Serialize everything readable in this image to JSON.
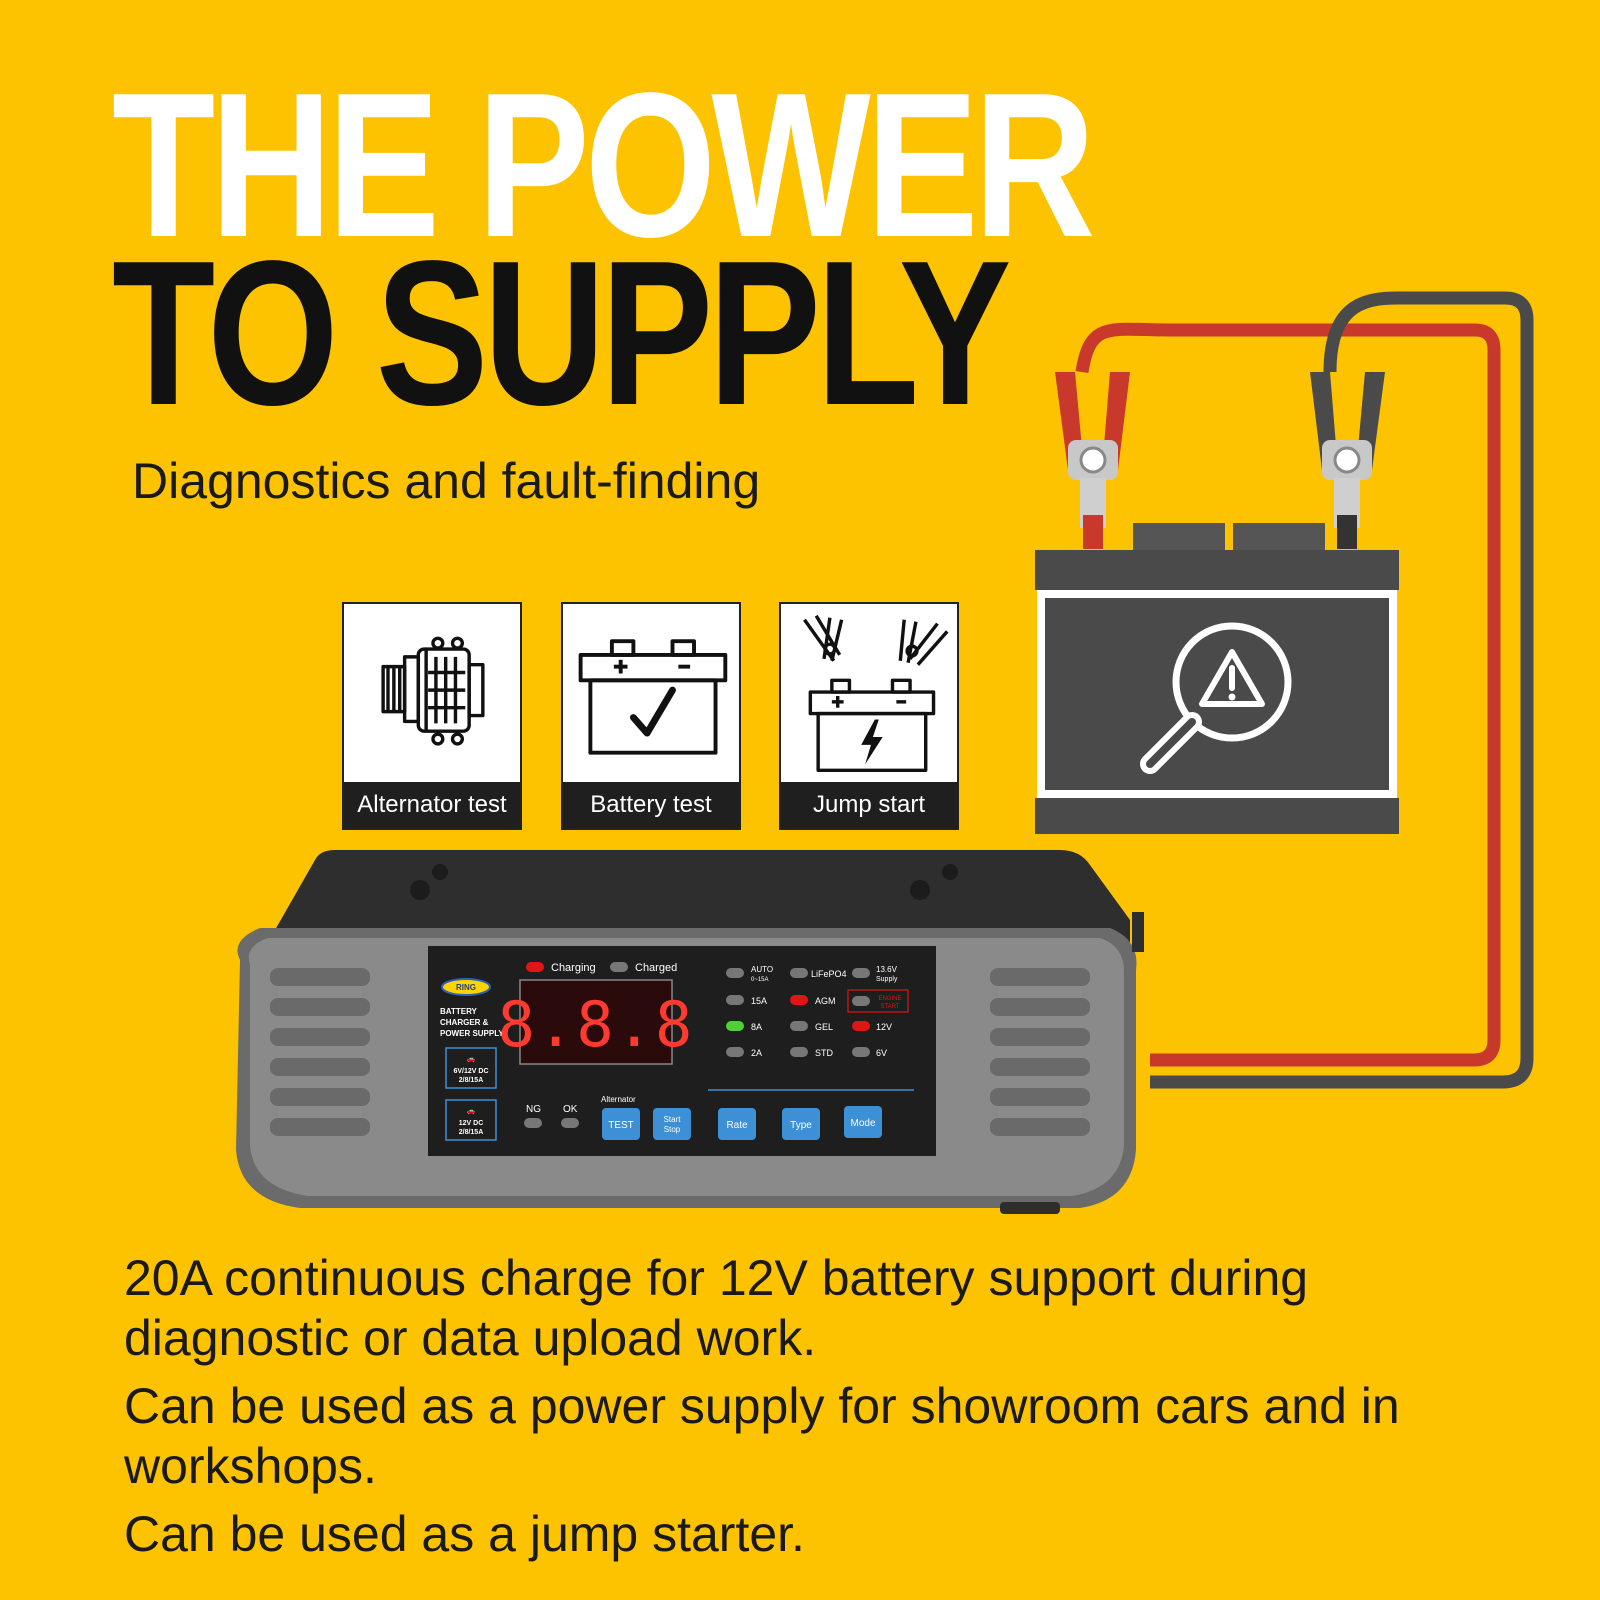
{
  "headline": {
    "line1": "THE POWER",
    "line2": "TO SUPPLY"
  },
  "subtitle": "Diagnostics and fault-finding",
  "feature_cards": [
    {
      "label": "Alternator test",
      "icon": "alternator-icon"
    },
    {
      "label": "Battery test",
      "icon": "battery-check-icon"
    },
    {
      "label": "Jump start",
      "icon": "jump-start-icon"
    }
  ],
  "battery_graphic": {
    "icon": "warning-magnifier-icon",
    "terminal_positive": "+",
    "terminal_negative": "-"
  },
  "device": {
    "brand": "RING",
    "product_lines": [
      "BATTERY",
      "CHARGER &",
      "POWER SUPPLY"
    ],
    "display": "8.8.8",
    "badge_1": {
      "line1": "6V/12V DC",
      "line2": "2/8/15A"
    },
    "badge_2": {
      "line1": "12V DC",
      "line2": "2/8/15A"
    },
    "status_leds": {
      "charging": "Charging",
      "charged": "Charged"
    },
    "test_leds": {
      "ng": "NG",
      "ok": "OK",
      "alternator": "Alternator"
    },
    "mode_col1": [
      {
        "label": "AUTO",
        "sub": "0~15A",
        "led": "off"
      },
      {
        "label": "15A",
        "led": "off"
      },
      {
        "label": "8A",
        "led": "green"
      },
      {
        "label": "2A",
        "led": "off"
      }
    ],
    "mode_col2": [
      {
        "label": "LiFePO4",
        "led": "off"
      },
      {
        "label": "AGM",
        "led": "red"
      },
      {
        "label": "GEL",
        "led": "off"
      },
      {
        "label": "STD",
        "led": "off"
      }
    ],
    "mode_col3": [
      {
        "label": "13.6V",
        "sub": "Supply",
        "led": "off"
      },
      {
        "label": "ENGINE",
        "sub": "START",
        "led": "off"
      },
      {
        "label": "12V",
        "led": "red"
      },
      {
        "label": "6V",
        "led": "off"
      }
    ],
    "buttons": {
      "test": "TEST",
      "start_stop_1": "Start",
      "start_stop_2": "Stop",
      "rate": "Rate",
      "type": "Type",
      "mode": "Mode"
    },
    "colors": {
      "button": "#3d8fd6",
      "led_red": "#e01515",
      "led_green": "#4cd137",
      "display": "#ff3b30"
    }
  },
  "body_paragraphs": [
    "20A continuous charge for 12V battery support during diagnostic or data upload work.",
    "Can be used as a power supply for showroom cars and in workshops.",
    "Can be used as a jump starter."
  ],
  "colors": {
    "background": "#FDC300",
    "cable_red": "#C8392B",
    "cable_black": "#4a4a4a"
  }
}
